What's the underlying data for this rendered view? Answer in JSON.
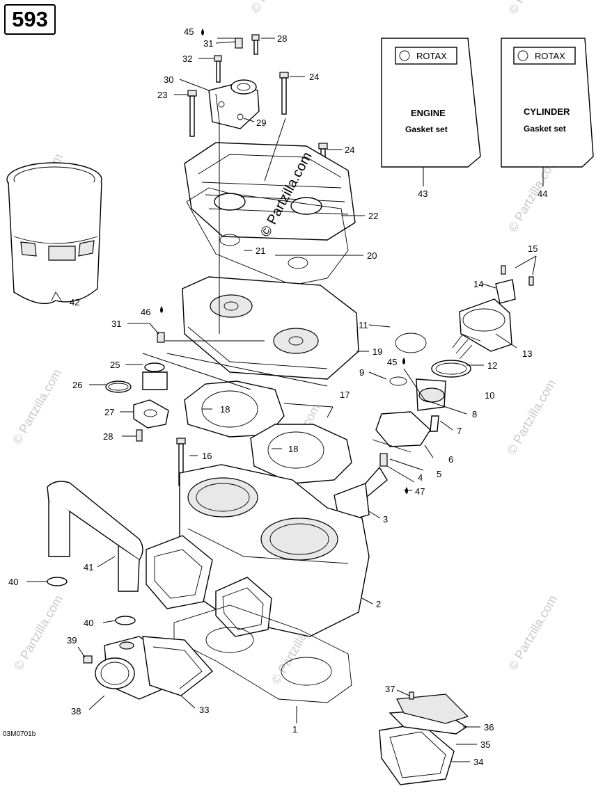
{
  "header": {
    "page_number": "593"
  },
  "reference_code": "03M0701b",
  "watermark": {
    "main": "© Partzilla.com",
    "tile": "© Partzilla.com"
  },
  "books": [
    {
      "brand": "ROTAX",
      "title": "ENGINE",
      "subtitle": "Gasket set",
      "callout": "43"
    },
    {
      "brand": "ROTAX",
      "title": "CYLINDER",
      "subtitle": "Gasket set",
      "callout": "44"
    }
  ],
  "callouts": {
    "c1": "1",
    "c2": "2",
    "c3": "3",
    "c4": "4",
    "c5": "5",
    "c6": "6",
    "c7": "7",
    "c8": "8",
    "c9": "9",
    "c10": "10",
    "c11": "11",
    "c12": "12",
    "c13": "13",
    "c14": "14",
    "c15": "15",
    "c16": "16",
    "c17": "17",
    "c18a": "18",
    "c18b": "18",
    "c19": "19",
    "c20": "20",
    "c21": "21",
    "c22": "22",
    "c23": "23",
    "c24a": "24",
    "c24b": "24",
    "c25": "25",
    "c26": "26",
    "c27": "27",
    "c28a": "28",
    "c28b": "28",
    "c29": "29",
    "c30": "30",
    "c31a": "31",
    "c31b": "31",
    "c32": "32",
    "c33": "33",
    "c34": "34",
    "c35": "35",
    "c36": "36",
    "c37": "37",
    "c38": "38",
    "c39": "39",
    "c40a": "40",
    "c40b": "40",
    "c41": "41",
    "c42": "42",
    "c45a": "45",
    "c45b": "45",
    "c46": "46",
    "c47": "47"
  }
}
